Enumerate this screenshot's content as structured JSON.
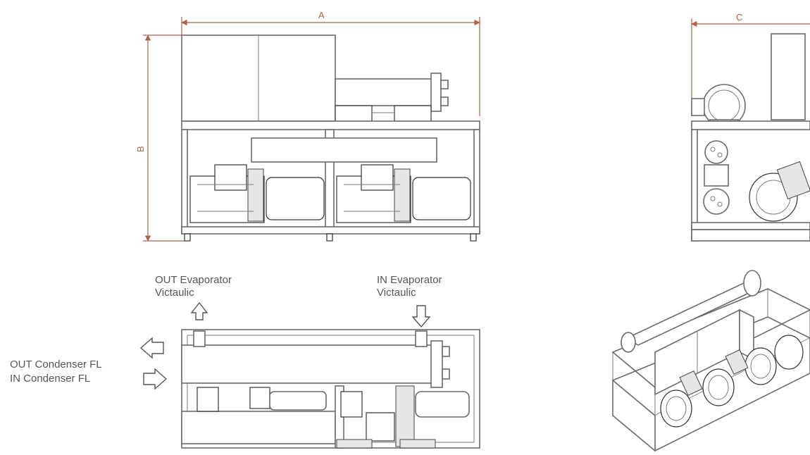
{
  "dimensions": {
    "a": "A",
    "b": "B",
    "c": "C"
  },
  "labels": {
    "out_evaporator_line1": "OUT  Evaporator",
    "out_evaporator_line2": "Victaulic",
    "in_evaporator_line1": "IN  Evaporator",
    "in_evaporator_line2": "Victaulic",
    "out_condenser": "OUT Condenser FL",
    "in_condenser": "IN    Condenser FL"
  }
}
